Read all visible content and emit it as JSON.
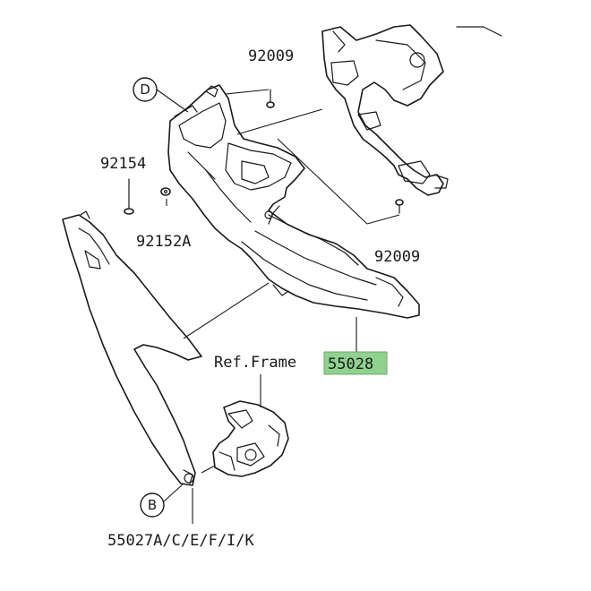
{
  "diagram": {
    "labels": {
      "bolt_top": "92009",
      "bolt_right": "92009",
      "screw_left": "92154",
      "washer": "92152A",
      "ref_frame": "Ref.Frame",
      "main_part": "55028",
      "side_cover": "55027A/C/E/F/I/K"
    },
    "callouts": {
      "d": "D",
      "b": "B"
    },
    "colors": {
      "highlight": "#8fd18f",
      "line": "#1a1a1a",
      "background": "#ffffff"
    }
  }
}
